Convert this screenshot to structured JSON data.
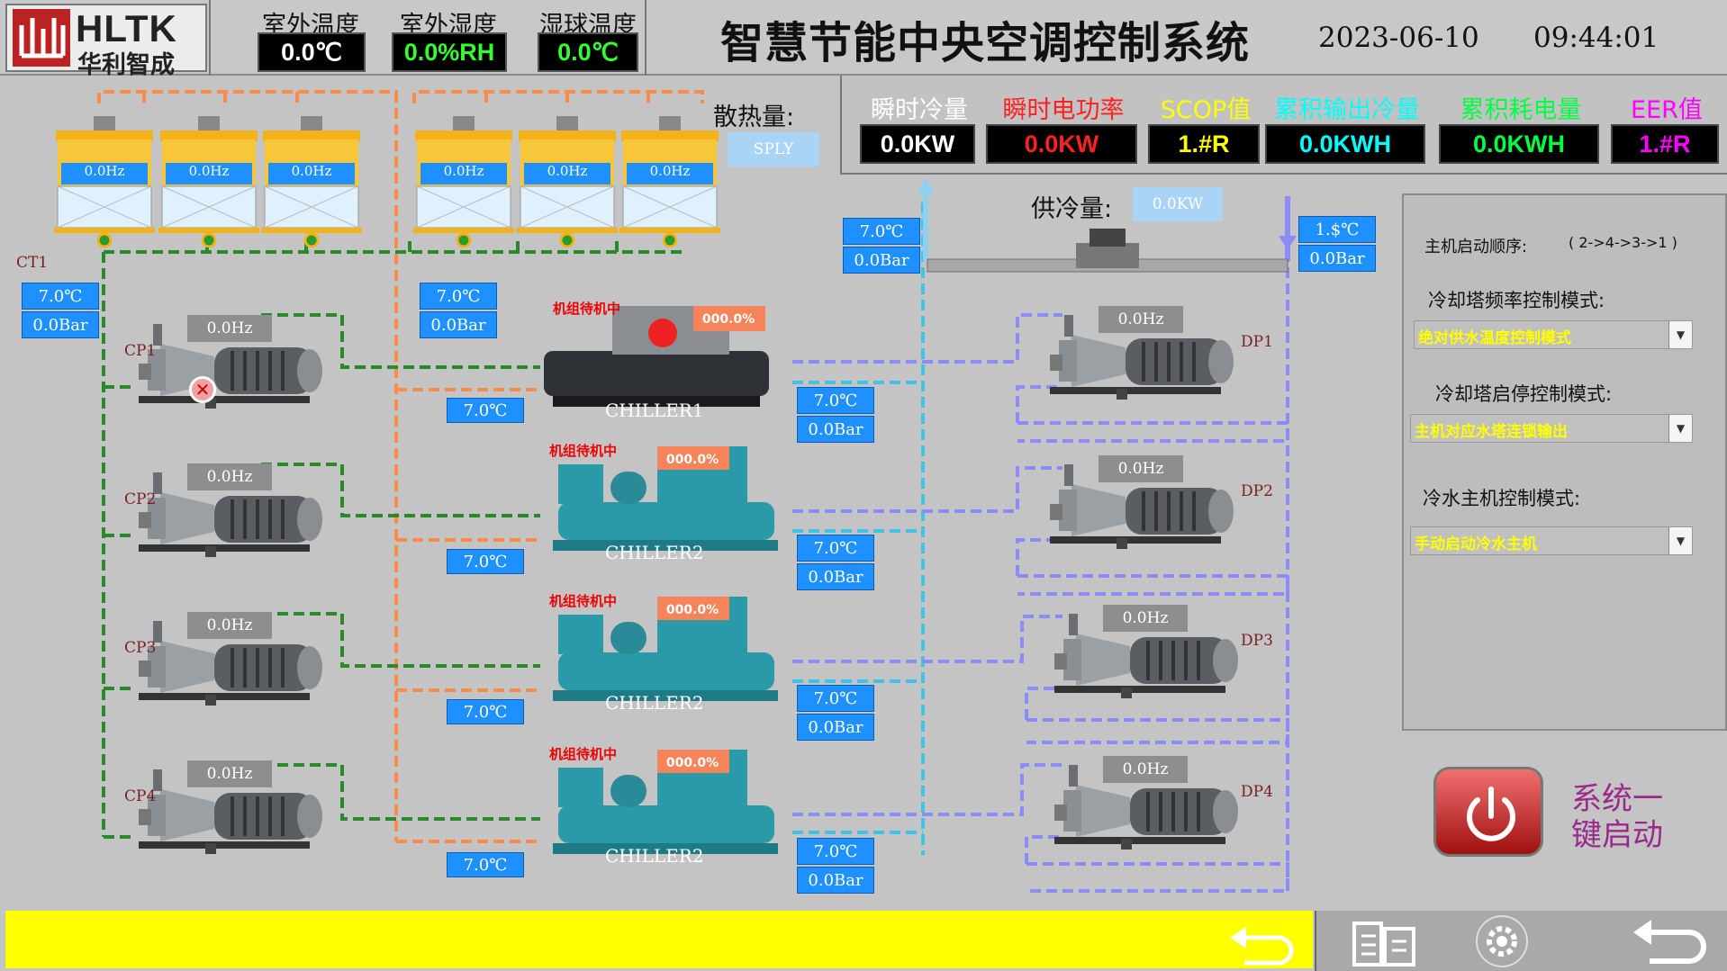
{
  "header": {
    "brand_en": "HLTK",
    "brand_cn": "华利智成",
    "outdoor_temp_label": "室外温度",
    "outdoor_temp": "0.0℃",
    "outdoor_hum_label": "室外湿度",
    "outdoor_hum": "0.0%RH",
    "wetbulb_label": "湿球温度",
    "wetbulb": "0.0℃",
    "title": "智慧节能中央空调控制系统",
    "date": "2023-06-10",
    "time": "09:44:01"
  },
  "kpis": [
    {
      "label": "瞬时冷量",
      "value": "0.0KW",
      "color": "#ffffff"
    },
    {
      "label": "瞬时电功率",
      "value": "0.0KW",
      "color": "#ff2020"
    },
    {
      "label": "SCOP值",
      "value": "1.#R",
      "color": "#ffff00"
    },
    {
      "label": "累积输出冷量",
      "value": "0.0KWH",
      "color": "#00ffff"
    },
    {
      "label": "累积耗电量",
      "value": "0.0KWH",
      "color": "#00ff40"
    },
    {
      "label": "EER值",
      "value": "1.#R",
      "color": "#ff00ff"
    }
  ],
  "heat_rejection": {
    "label": "散热量:",
    "value": "SPLY"
  },
  "cooling_supply": {
    "label": "供冷量:",
    "value": "0.0KW"
  },
  "cooling_towers": {
    "id": "CT1",
    "fans": [
      "0.0Hz",
      "0.0Hz",
      "0.0Hz",
      "0.0Hz",
      "0.0Hz",
      "0.0Hz"
    ]
  },
  "ct_out": {
    "temp": "7.0℃",
    "pressure": "0.0Bar"
  },
  "ct_in": {
    "temp": "7.0℃",
    "pressure": "0.0Bar"
  },
  "supply_left": {
    "temp": "7.0℃",
    "pressure": "0.0Bar"
  },
  "return_right": {
    "temp": "1.$℃",
    "pressure": "0.0Bar"
  },
  "cond_pumps": [
    {
      "id": "CP1",
      "freq": "0.0Hz"
    },
    {
      "id": "CP2",
      "freq": "0.0Hz"
    },
    {
      "id": "CP3",
      "freq": "0.0Hz"
    },
    {
      "id": "CP4",
      "freq": "0.0Hz"
    }
  ],
  "chillers": [
    {
      "name": "CHILLER1",
      "status": "机组待机中",
      "load": "000.0%",
      "in_temp": "7.0℃",
      "out_temp": "7.0℃",
      "out_pressure": "0.0Bar"
    },
    {
      "name": "CHILLER2",
      "status": "机组待机中",
      "load": "000.0%",
      "in_temp": "7.0℃",
      "out_temp": "7.0℃",
      "out_pressure": "0.0Bar"
    },
    {
      "name": "CHILLER2",
      "status": "机组待机中",
      "load": "000.0%",
      "in_temp": "7.0℃",
      "out_temp": "7.0℃",
      "out_pressure": "0.0Bar"
    },
    {
      "name": "CHILLER2",
      "status": "机组待机中",
      "load": "000.0%",
      "in_temp": "7.0℃",
      "out_temp": "7.0℃",
      "out_pressure": "0.0Bar"
    }
  ],
  "dist_pumps": [
    {
      "id": "DP1",
      "freq": "0.0Hz"
    },
    {
      "id": "DP2",
      "freq": "0.0Hz"
    },
    {
      "id": "DP3",
      "freq": "0.0Hz"
    },
    {
      "id": "DP4",
      "freq": "0.0Hz"
    }
  ],
  "control_panel": {
    "sequence_label": "主机启动顺序:",
    "sequence_value": "( 2->4->3->1 )",
    "ct_freq_label": "冷却塔频率控制模式:",
    "ct_freq_value": "绝对供水温度控制模式",
    "ct_stop_label": "冷却塔启停控制模式:",
    "ct_stop_value": "主机对应水塔连锁输出",
    "chiller_label": "冷水主机控制模式:",
    "chiller_value": "手动启动冷水主机"
  },
  "one_key": {
    "line1": "系统一",
    "line2": "键启动"
  },
  "colors": {
    "cooling_water": "#f88c4a",
    "chilled_supply": "#3fc4e8",
    "chilled_return": "#8c8cf8",
    "tower_pipe": "#2a8a2a",
    "highlight": "#ffff00"
  }
}
